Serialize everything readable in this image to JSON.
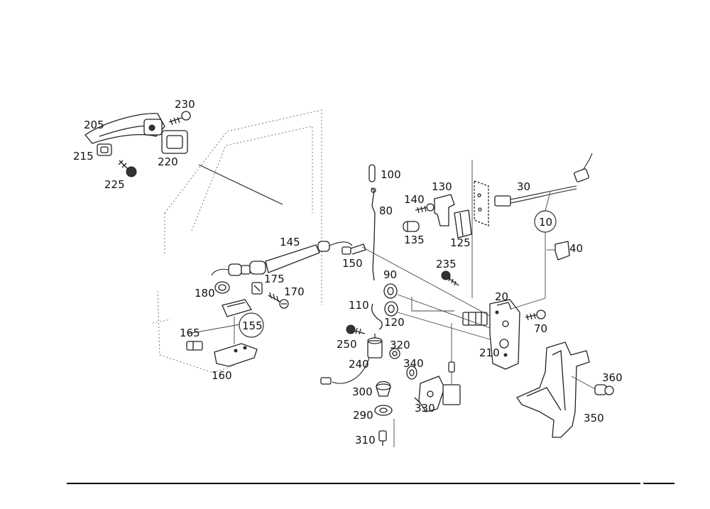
{
  "parts": [
    {
      "id": "205",
      "label": "205"
    },
    {
      "id": "230",
      "label": "230"
    },
    {
      "id": "215",
      "label": "215"
    },
    {
      "id": "220",
      "label": "220"
    },
    {
      "id": "225",
      "label": "225"
    },
    {
      "id": "100",
      "label": "100"
    },
    {
      "id": "130",
      "label": "130"
    },
    {
      "id": "140",
      "label": "140"
    },
    {
      "id": "80",
      "label": "80"
    },
    {
      "id": "135",
      "label": "135"
    },
    {
      "id": "125",
      "label": "125"
    },
    {
      "id": "30",
      "label": "30"
    },
    {
      "id": "10",
      "label": "10"
    },
    {
      "id": "40",
      "label": "40"
    },
    {
      "id": "145",
      "label": "145"
    },
    {
      "id": "150",
      "label": "150"
    },
    {
      "id": "175",
      "label": "175"
    },
    {
      "id": "180",
      "label": "180"
    },
    {
      "id": "170",
      "label": "170"
    },
    {
      "id": "90",
      "label": "90"
    },
    {
      "id": "235",
      "label": "235"
    },
    {
      "id": "20",
      "label": "20"
    },
    {
      "id": "110",
      "label": "110"
    },
    {
      "id": "120",
      "label": "120"
    },
    {
      "id": "70",
      "label": "70"
    },
    {
      "id": "155",
      "label": "155"
    },
    {
      "id": "165",
      "label": "165"
    },
    {
      "id": "250",
      "label": "250"
    },
    {
      "id": "320",
      "label": "320"
    },
    {
      "id": "210",
      "label": "210"
    },
    {
      "id": "160",
      "label": "160"
    },
    {
      "id": "240",
      "label": "240"
    },
    {
      "id": "340",
      "label": "340"
    },
    {
      "id": "360",
      "label": "360"
    },
    {
      "id": "300",
      "label": "300"
    },
    {
      "id": "330",
      "label": "330"
    },
    {
      "id": "290",
      "label": "290"
    },
    {
      "id": "350",
      "label": "350"
    },
    {
      "id": "310",
      "label": "310"
    }
  ]
}
